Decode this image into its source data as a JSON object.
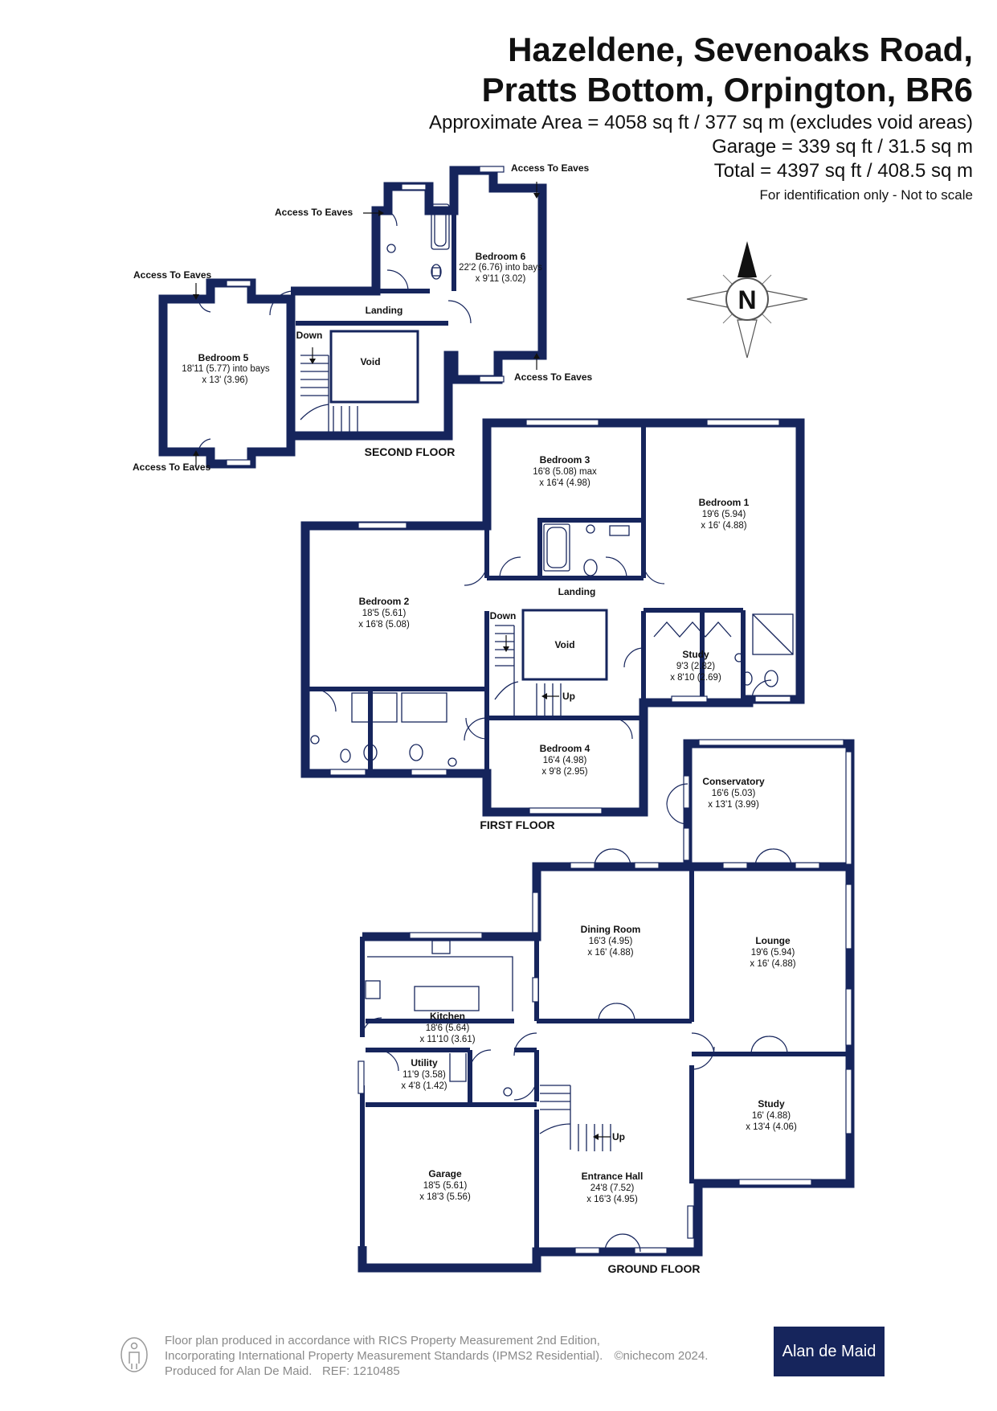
{
  "header": {
    "address_line1": "Hazeldene, Sevenoaks Road,",
    "address_line2": "Pratts Bottom, Orpington, BR6",
    "area": "Approximate Area = 4058 sq ft / 377 sq m (excludes void areas)",
    "garage": "Garage = 339 sq ft / 31.5 sq m",
    "total": "Total = 4397 sq ft / 408.5 sq m",
    "note": "For identification only - Not to scale"
  },
  "compass": {
    "label": "N"
  },
  "floors": {
    "second": "SECOND FLOOR",
    "first": "FIRST FLOOR",
    "ground": "GROUND FLOOR"
  },
  "rooms": {
    "bedroom5": {
      "name": "Bedroom 5",
      "line1": "18'11 (5.77) into bays",
      "line2": "x 13' (3.96)"
    },
    "bedroom6": {
      "name": "Bedroom 6",
      "line1": "22'2 (6.76) into bays",
      "line2": "x 9'11 (3.02)"
    },
    "landing2": {
      "name": "Landing"
    },
    "void2": {
      "name": "Void"
    },
    "bedroom3": {
      "name": "Bedroom 3",
      "line1": "16'8 (5.08) max",
      "line2": "x 16'4 (4.98)"
    },
    "bedroom1": {
      "name": "Bedroom 1",
      "line1": "19'6 (5.94)",
      "line2": "x 16' (4.88)"
    },
    "bedroom2": {
      "name": "Bedroom 2",
      "line1": "18'5 (5.61)",
      "line2": "x 16'8 (5.08)"
    },
    "landing1": {
      "name": "Landing"
    },
    "void1": {
      "name": "Void"
    },
    "study1": {
      "name": "Study",
      "line1": "9'3 (2.82)",
      "line2": "x 8'10 (2.69)"
    },
    "bedroom4": {
      "name": "Bedroom 4",
      "line1": "16'4 (4.98)",
      "line2": "x 9'8 (2.95)"
    },
    "conservatory": {
      "name": "Conservatory",
      "line1": "16'6 (5.03)",
      "line2": "x 13'1 (3.99)"
    },
    "dining": {
      "name": "Dining Room",
      "line1": "16'3 (4.95)",
      "line2": "x 16' (4.88)"
    },
    "lounge": {
      "name": "Lounge",
      "line1": "19'6 (5.94)",
      "line2": "x 16' (4.88)"
    },
    "kitchen": {
      "name": "Kitchen",
      "line1": "18'6 (5.64)",
      "line2": "x 11'10 (3.61)"
    },
    "utility": {
      "name": "Utility",
      "line1": "11'9 (3.58)",
      "line2": "x 4'8 (1.42)"
    },
    "study0": {
      "name": "Study",
      "line1": "16' (4.88)",
      "line2": "x 13'4 (4.06)"
    },
    "garage": {
      "name": "Garage",
      "line1": "18'5 (5.61)",
      "line2": "x 18'3 (5.56)"
    },
    "hall": {
      "name": "Entrance Hall",
      "line1": "24'8 (7.52)",
      "line2": "x 16'3 (4.95)"
    }
  },
  "annotations": {
    "eaves": "Access To Eaves",
    "down": "Down",
    "up": "Up"
  },
  "footer": {
    "line1": "Floor plan produced in accordance with RICS Property Measurement 2nd Edition,",
    "line2": "Incorporating International Property Measurement Standards (IPMS2 Residential).",
    "copyright": "©nichecom 2024.",
    "line3": "Produced for Alan De Maid.   REF: 1210485",
    "brand": "Alan de Maid"
  },
  "colors": {
    "walls": "#16255c",
    "brand": "#16255c"
  }
}
